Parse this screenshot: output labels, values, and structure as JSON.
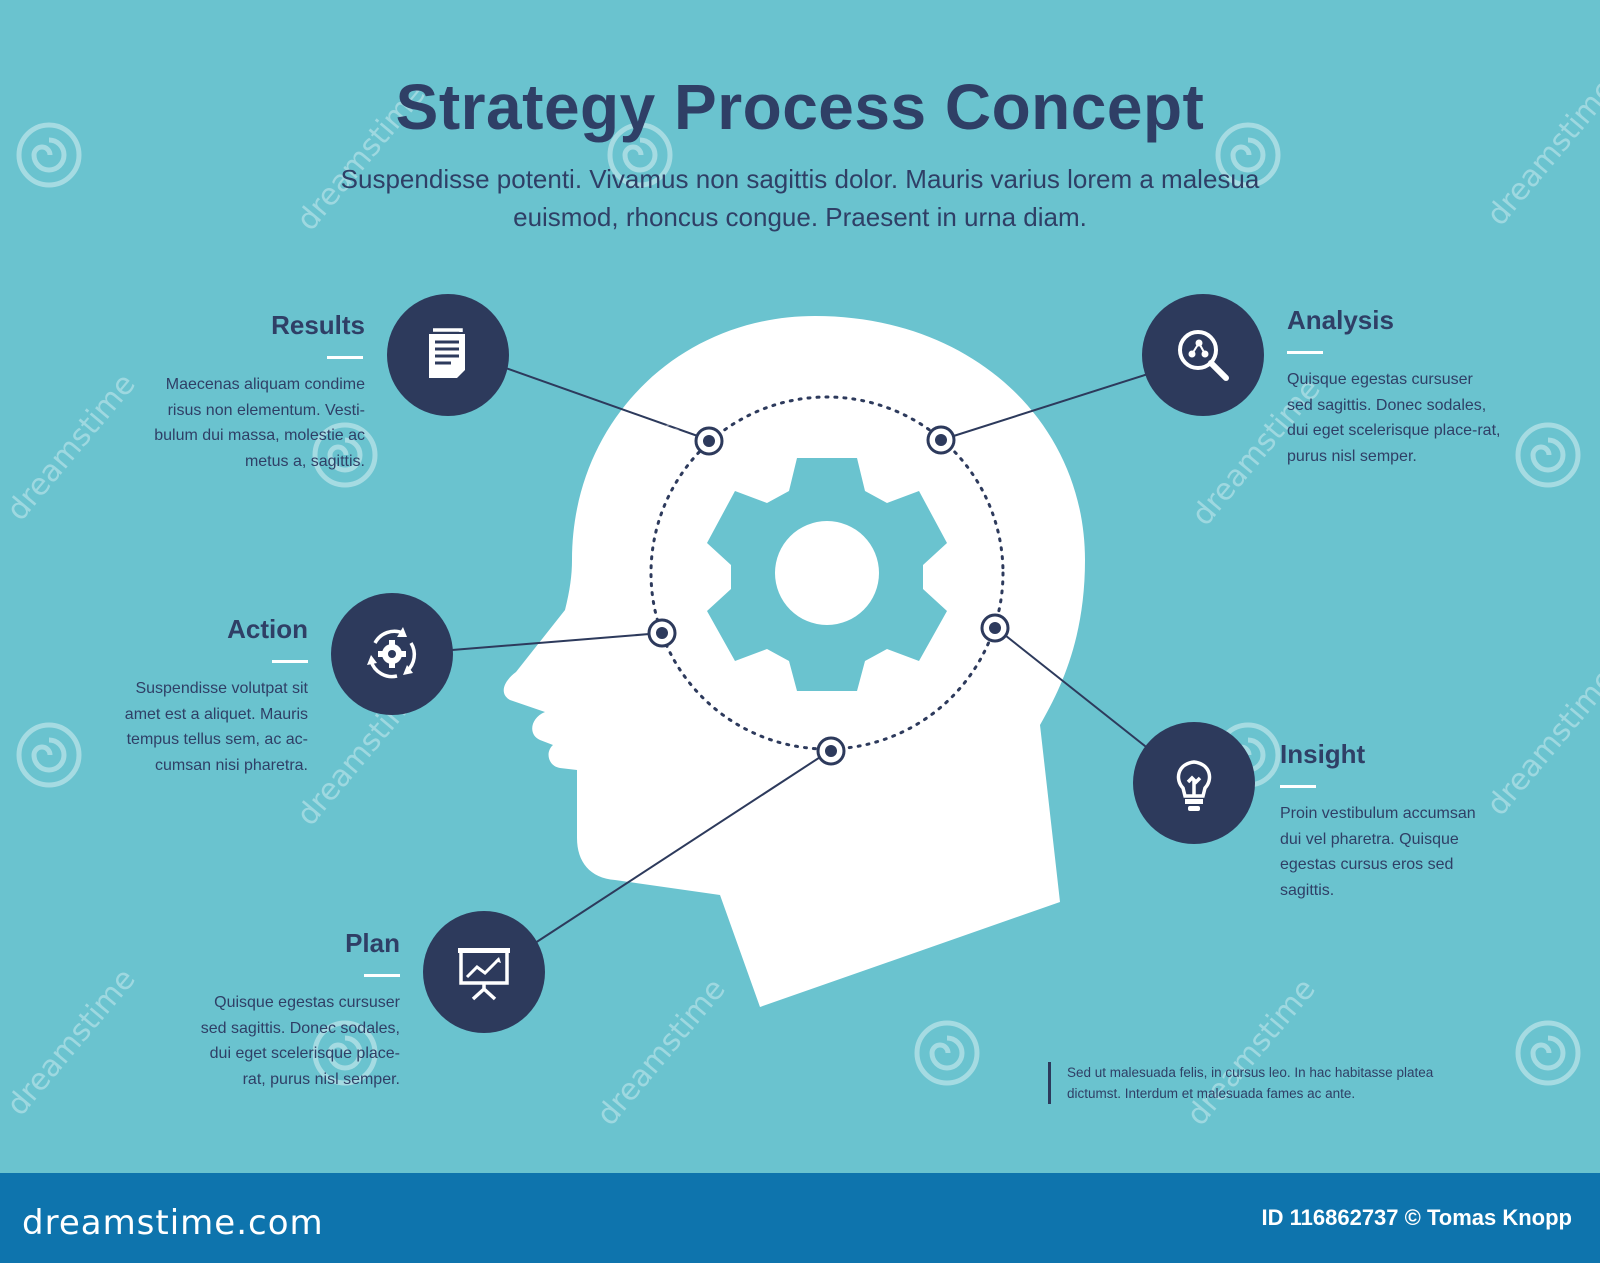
{
  "title": "Strategy Process Concept",
  "subtitle": "Suspendisse potenti. Vivamus non sagittis dolor. Mauris varius lorem a malesua euismod, rhoncus congue. Praesent in urna diam.",
  "steps": {
    "results": {
      "label": "Results",
      "text": "Maecenas aliquam condime risus non elementum. Vesti-bulum dui massa, molestie ac metus a, sagittis.",
      "icon": "document-icon"
    },
    "analysis": {
      "label": "Analysis",
      "text": "Quisque egestas cursuser sed sagittis. Donec sodales, dui eget scelerisque place-rat, purus nisl semper.",
      "icon": "magnifier-icon"
    },
    "action": {
      "label": "Action",
      "text": "Suspendisse volutpat sit amet est a aliquet. Mauris tempus tellus sem, ac ac-cumsan nisi pharetra.",
      "icon": "cycle-gear-icon"
    },
    "insight": {
      "label": "Insight",
      "text": "Proin vestibulum accumsan dui vel pharetra. Quisque egestas cursus eros sed sagittis.",
      "icon": "lightbulb-icon"
    },
    "plan": {
      "label": "Plan",
      "text": "Quisque egestas cursuser sed sagittis. Donec sodales, dui eget scelerisque place-rat, purus nisl semper.",
      "icon": "presentation-icon"
    }
  },
  "footnote": "Sed ut malesuada felis, in cursus leo. In hac habitasse platea dictumst. Interdum et malesuada fames ac ante.",
  "footer": {
    "brand": "dreamstime.com",
    "credit": "ID 116862737 © Tomas Knopp"
  },
  "watermark": "dreamstime",
  "colors": {
    "background": "#6ac3cf",
    "navy": "#2d3a5c",
    "title": "#2f3f66",
    "footer": "#0e74ad",
    "head": "#ffffff"
  }
}
